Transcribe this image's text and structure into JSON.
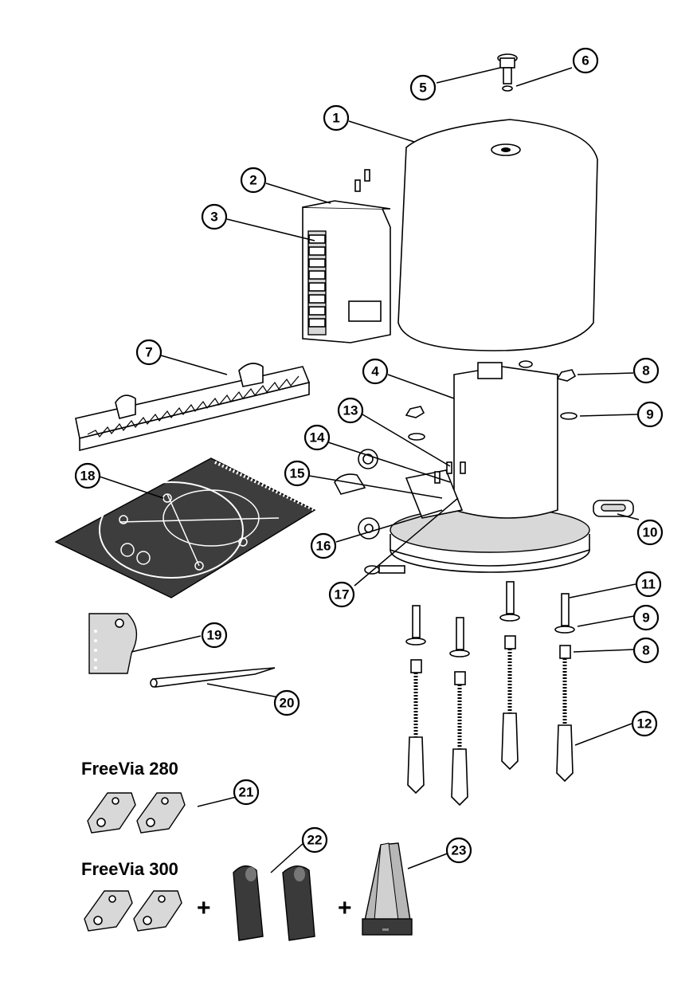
{
  "models": [
    {
      "id": "freevia-280",
      "label": "FreeVia 280"
    },
    {
      "id": "freevia-300",
      "label": "FreeVia 300"
    }
  ],
  "plus_sign": "+",
  "callouts": [
    {
      "n": "1"
    },
    {
      "n": "2"
    },
    {
      "n": "3"
    },
    {
      "n": "4"
    },
    {
      "n": "5"
    },
    {
      "n": "6"
    },
    {
      "n": "7"
    },
    {
      "n": "8"
    },
    {
      "n": "9"
    },
    {
      "n": "10"
    },
    {
      "n": "11"
    },
    {
      "n": "12"
    },
    {
      "n": "13"
    },
    {
      "n": "14"
    },
    {
      "n": "15"
    },
    {
      "n": "16"
    },
    {
      "n": "17"
    },
    {
      "n": "18"
    },
    {
      "n": "19"
    },
    {
      "n": "20"
    },
    {
      "n": "21"
    },
    {
      "n": "22"
    },
    {
      "n": "23"
    },
    {
      "n": "8"
    },
    {
      "n": "9"
    }
  ]
}
